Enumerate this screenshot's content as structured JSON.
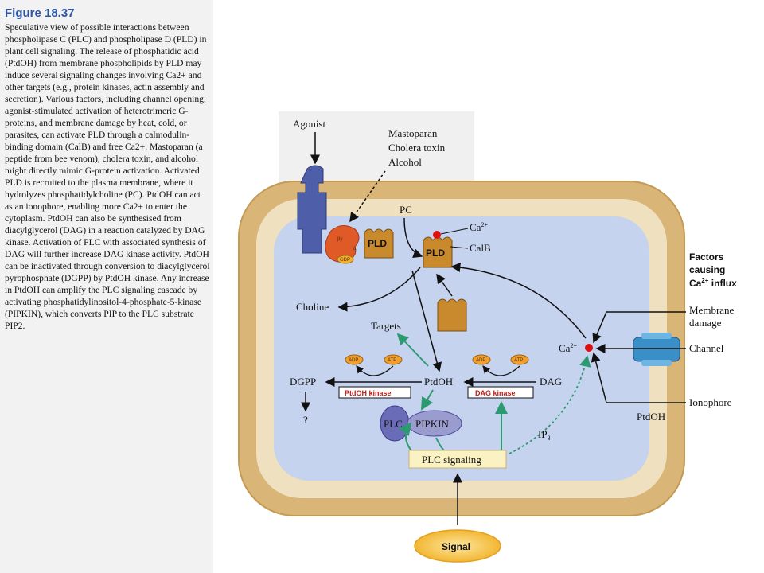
{
  "figure": {
    "title": "Figure 18.37",
    "caption": "Speculative view of possible interactions between phospholipase C (PLC) and phospholipase D (PLD) in plant cell signaling. The release of phosphatidic acid (PtdOH) from membrane phospholipids by PLD may induce several signaling changes involving Ca2+ and other targets (e.g., protein kinases, actin assembly and secretion). Various factors, including channel opening, agonist-stimulated activation of heterotrimeric G-proteins, and membrane damage by heat, cold, or parasites, can activate PLD through a calmodulin-binding domain (CalB) and free Ca2+. Mastoparan (a peptide from bee venom), cholera toxin, and alcohol might directly mimic G-protein activation. Activated PLD is recruited to the plasma membrane, where it hydrolyzes phosphatidylcholine (PC). PtdOH can act as an ionophore, enabling more Ca2+ to enter the cytoplasm. PtdOH can also be synthesised from diacylglycerol (DAG) in a reaction catalyzed by DAG kinase. Activation of PLC with associated synthesis of DAG will further increase DAG kinase activity. PtdOH can be inactivated through conversion to diacylglycerol pyrophosphate (DGPP) by PtdOH kinase. Any increase in PtdOH can amplify the PLC signaling cascade by activating phosphatidylinositol-4-phosphate-5-kinase (PIPKIN), which converts PIP to the PLC substrate PIP2."
  },
  "diagram": {
    "agonist": "Agonist",
    "mimics": [
      "Mastoparan",
      "Cholera toxin",
      "Alcohol"
    ],
    "g_protein": {
      "beta_gamma": "βγ",
      "alpha": "α",
      "gdp": "GDP"
    },
    "pld": "PLD",
    "pc": "PC",
    "ca": "Ca",
    "ca_sup": "2+",
    "calb": "CalB",
    "choline": "Choline",
    "targets": "Targets",
    "ptdoh": "PtdOH",
    "dag": "DAG",
    "dgpp": "DGPP",
    "question": "?",
    "adp": "ADP",
    "atp": "ATP",
    "ptdoh_kinase": "PtdOH kinase",
    "dag_kinase": "DAG kinase",
    "plc": "PLC",
    "pipkin": "PIPKIN",
    "ip3": "IP",
    "ip3_sub": "3",
    "plc_signaling": "PLC signaling",
    "signal": "Signal",
    "factors_lines": [
      "Factors",
      "causing"
    ],
    "factors_ca": "Ca",
    "factors_influx": " influx",
    "membrane_damage": [
      "Membrane",
      "damage"
    ],
    "channel": "Channel",
    "ionophore": "Ionophore",
    "ptdoh_membrane": "PtdOH"
  },
  "colors": {
    "wall": "#d9b577",
    "membrane": "#efe0bf",
    "cytoplasm": "#c5d3ee",
    "receptor": "#4e5ea8",
    "pld": "#c98a2e",
    "g_protein": "#e05a28",
    "channel": "#3a8fc9",
    "plc": "#6a6cb8",
    "green_arrow": "#2c9a70",
    "kinase_text": "#c0201a",
    "ca_dot": "#e01010",
    "signal": "#f6cd52"
  }
}
